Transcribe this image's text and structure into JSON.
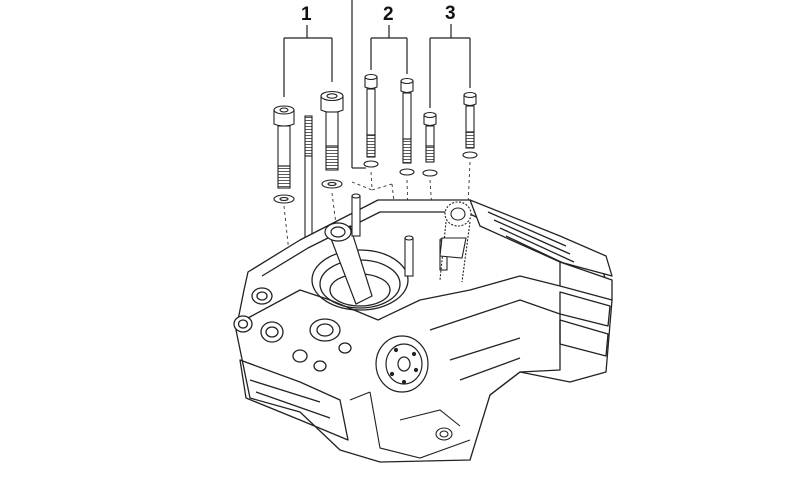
{
  "callouts": {
    "c1": "1",
    "c2": "2",
    "c3": "3"
  },
  "colors": {
    "line": "#222222",
    "paper": "#ffffff",
    "shade": "#c8c8c8"
  }
}
